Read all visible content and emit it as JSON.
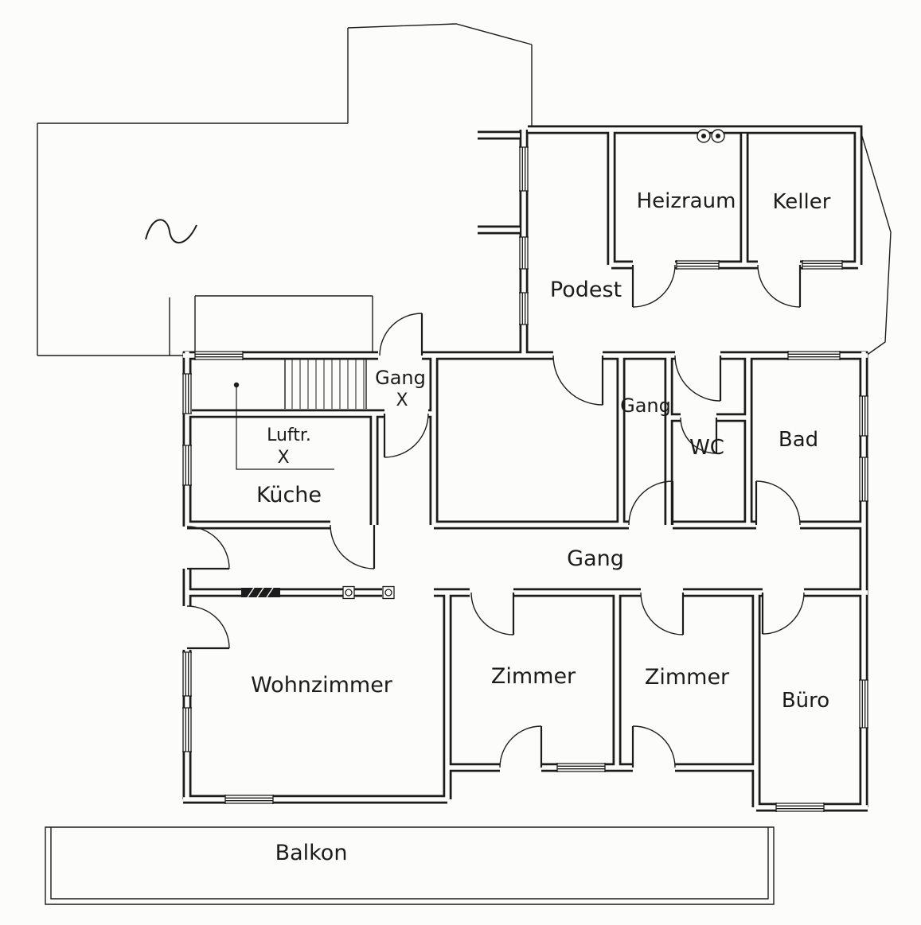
{
  "document": {
    "type": "floor-plan-scan"
  },
  "colors": {
    "ink": "#1c1c1c",
    "paper": "#fcfcfa"
  },
  "rooms": [
    {
      "id": "heizraum",
      "label": "Heizraum"
    },
    {
      "id": "keller",
      "label": "Keller"
    },
    {
      "id": "podest",
      "label": "Podest"
    },
    {
      "id": "gang-stairs",
      "label": "Gang"
    },
    {
      "id": "gang-stairs-x",
      "label": "X"
    },
    {
      "id": "luftraum",
      "label": "Luftr."
    },
    {
      "id": "luftraum-x",
      "label": "X"
    },
    {
      "id": "kueche",
      "label": "Küche"
    },
    {
      "id": "gang-upper",
      "label": "Gang"
    },
    {
      "id": "wc",
      "label": "WC"
    },
    {
      "id": "bad",
      "label": "Bad"
    },
    {
      "id": "gang-main",
      "label": "Gang"
    },
    {
      "id": "wohnzimmer",
      "label": "Wohnzimmer"
    },
    {
      "id": "zimmer-1",
      "label": "Zimmer"
    },
    {
      "id": "zimmer-2",
      "label": "Zimmer"
    },
    {
      "id": "buero",
      "label": "Büro"
    },
    {
      "id": "balkon",
      "label": "Balkon"
    }
  ]
}
